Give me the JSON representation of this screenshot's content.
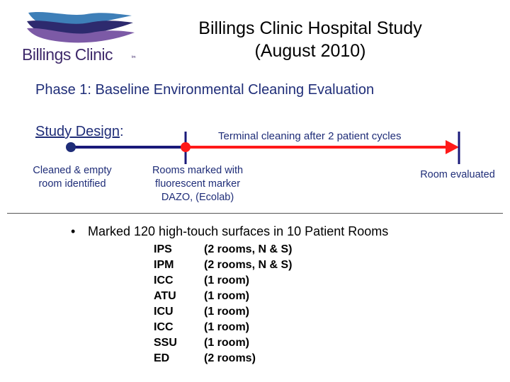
{
  "logo": {
    "text": "Billings Clinic",
    "mark": "tm"
  },
  "title": {
    "line1": "Billings Clinic Hospital Study",
    "line2": "(August 2010)"
  },
  "phase_heading": "Phase 1: Baseline Environmental Cleaning Evaluation",
  "study_design": {
    "label": "Study Design",
    "colon": ":"
  },
  "timeline": {
    "segment_label": "Terminal cleaning after 2 patient cycles",
    "colors": {
      "first_segment": "#1a1a7a",
      "second_segment": "#ff1a1a",
      "start_dot": "#1f2d78",
      "mid_dot": "#ff1a1a"
    },
    "events": [
      {
        "lines": [
          "Cleaned & empty",
          "room identified"
        ]
      },
      {
        "lines": [
          "Rooms marked with",
          "fluorescent marker",
          "DAZO, (Ecolab)"
        ]
      },
      {
        "lines": [
          "Room evaluated"
        ]
      }
    ]
  },
  "bullet": {
    "marker": "•",
    "text": "Marked 120 high-touch surfaces in 10 Patient Rooms"
  },
  "units": [
    {
      "name": "IPS",
      "rooms": "(2 rooms, N & S)"
    },
    {
      "name": "IPM",
      "rooms": "(2 rooms, N & S)"
    },
    {
      "name": "ICC",
      "rooms": "(1 room)"
    },
    {
      "name": "ATU",
      "rooms": "(1 room)"
    },
    {
      "name": "ICU",
      "rooms": "(1 room)"
    },
    {
      "name": "ICC",
      "rooms": "(1 room)"
    },
    {
      "name": "SSU",
      "rooms": "(1 room)"
    },
    {
      "name": "ED",
      "rooms": "(2 rooms)"
    }
  ]
}
